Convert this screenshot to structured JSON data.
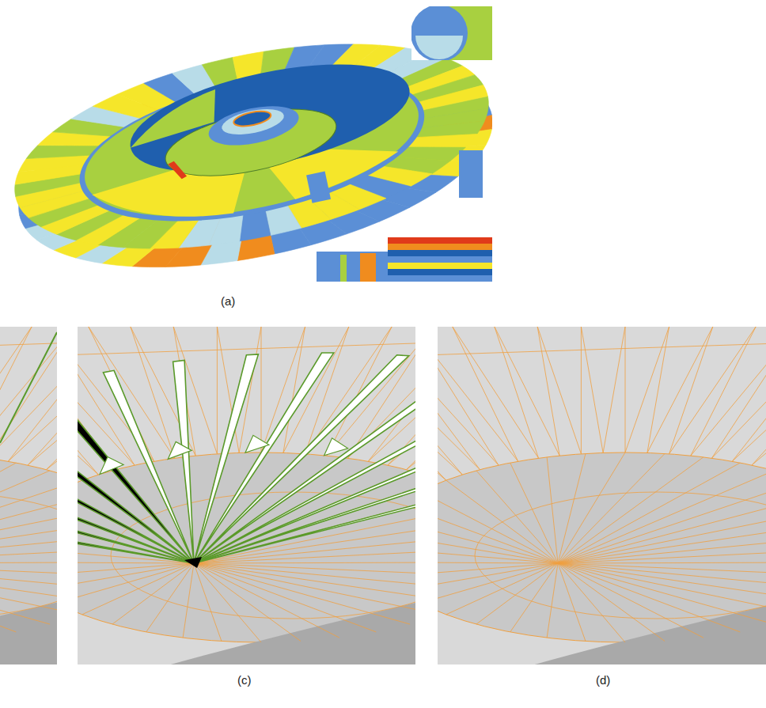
{
  "diagram": {
    "labels": [
      "(a)",
      "(c)",
      "(d)"
    ]
  }
}
